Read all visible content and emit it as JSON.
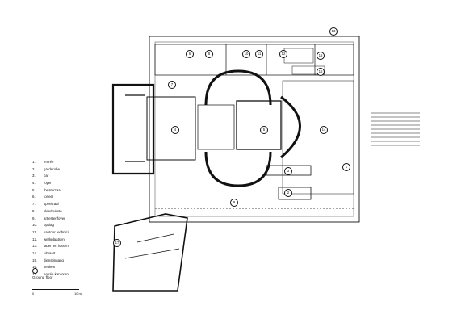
{
  "legend": [
    {
      "num": "1.",
      "label": "entrée"
    },
    {
      "num": "2.",
      "label": "garderobe"
    },
    {
      "num": "3.",
      "label": "bar"
    },
    {
      "num": "4.",
      "label": "foyer"
    },
    {
      "num": "5.",
      "label": "theaterzaal"
    },
    {
      "num": "6.",
      "label": "toneel"
    },
    {
      "num": "7.",
      "label": "speelzaal"
    },
    {
      "num": "8.",
      "label": "kleedruimte"
    },
    {
      "num": "9.",
      "label": "artiestenfoyer"
    },
    {
      "num": "10.",
      "label": "opslag"
    },
    {
      "num": "11.",
      "label": "kantoor technici"
    },
    {
      "num": "12.",
      "label": "werkplaatsen"
    },
    {
      "num": "13.",
      "label": "laden en lossen"
    },
    {
      "num": "14.",
      "label": "uitvaart"
    },
    {
      "num": "15.",
      "label": "dienstingang"
    },
    {
      "num": "16.",
      "label": "keuken"
    },
    {
      "num": "17.",
      "label": "entrée kantoren"
    }
  ],
  "caption": {
    "title": "Ground floor"
  },
  "scale": {
    "zero": "0",
    "end": "10 m"
  },
  "badges": [
    "1",
    "2",
    "3",
    "4",
    "5",
    "6",
    "7",
    "8",
    "9",
    "10",
    "11",
    "12",
    "13",
    "14",
    "15",
    "16",
    "17"
  ]
}
